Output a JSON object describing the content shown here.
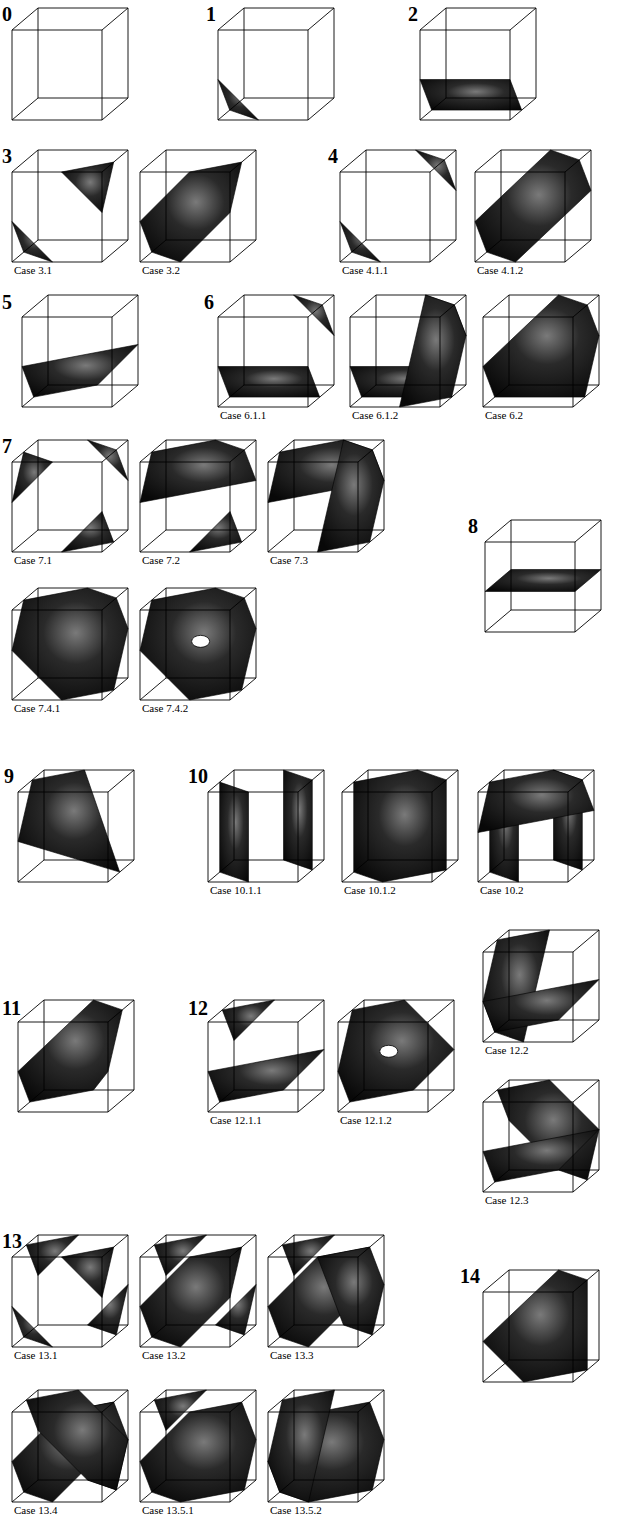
{
  "diagram": {
    "labels": [
      "0",
      "1",
      "2",
      "3",
      "Case 3.1",
      "Case 3.2",
      "4",
      "Case 4.1.1",
      "Case 4.1.2",
      "5",
      "6",
      "Case 6.1.1",
      "Case 6.1.2",
      "Case 6.2",
      "7",
      "Case 7.1",
      "Case 7.2",
      "Case 7.3",
      "8",
      "Case 7.4.1",
      "Case 7.4.2",
      "9",
      "10",
      "Case 10.1.1",
      "Case 10.1.2",
      "Case 10.2",
      "Case 12.2",
      "11",
      "12",
      "Case 12.1.1",
      "Case 12.1.2",
      "Case 12.3",
      "13",
      "Case 13.1",
      "Case 13.2",
      "Case 13.3",
      "14",
      "Case 13.4",
      "Case 13.5.1",
      "Case 13.5.2"
    ]
  }
}
